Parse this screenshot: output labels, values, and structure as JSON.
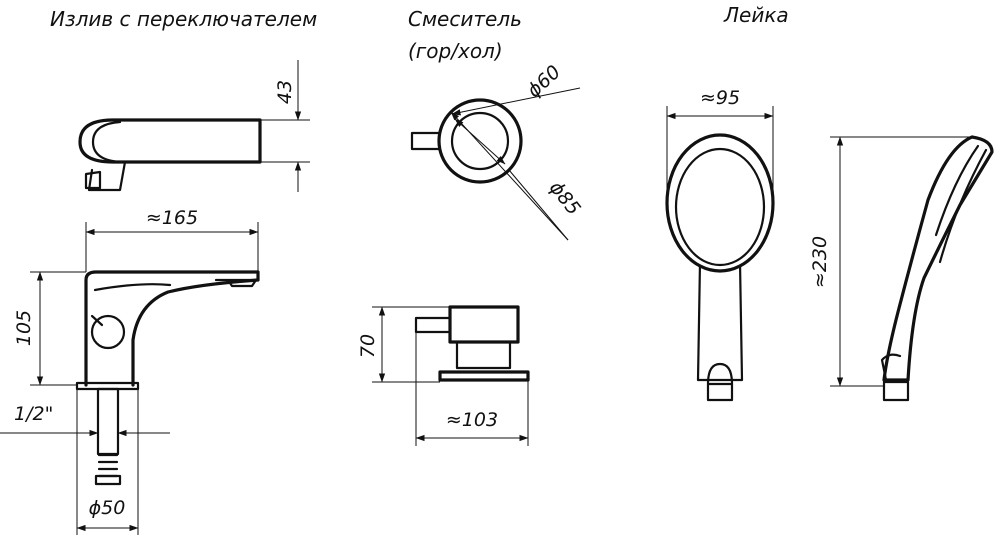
{
  "titles": {
    "spout": "Излив с переключателем",
    "mixer_line1": "Смеситель",
    "mixer_line2": "(гор/хол)",
    "handshower": "Лейка"
  },
  "dimensions": {
    "spout_height_top": "43",
    "spout_length": "≈165",
    "spout_height": "105",
    "spout_thread": "1/2\"",
    "spout_base_diameter": "ϕ50",
    "mixer_knob_diameter": "ϕ60",
    "mixer_base_diameter": "ϕ85",
    "mixer_height": "70",
    "mixer_length": "≈103",
    "handshower_width": "≈95",
    "handshower_length": "≈230"
  }
}
